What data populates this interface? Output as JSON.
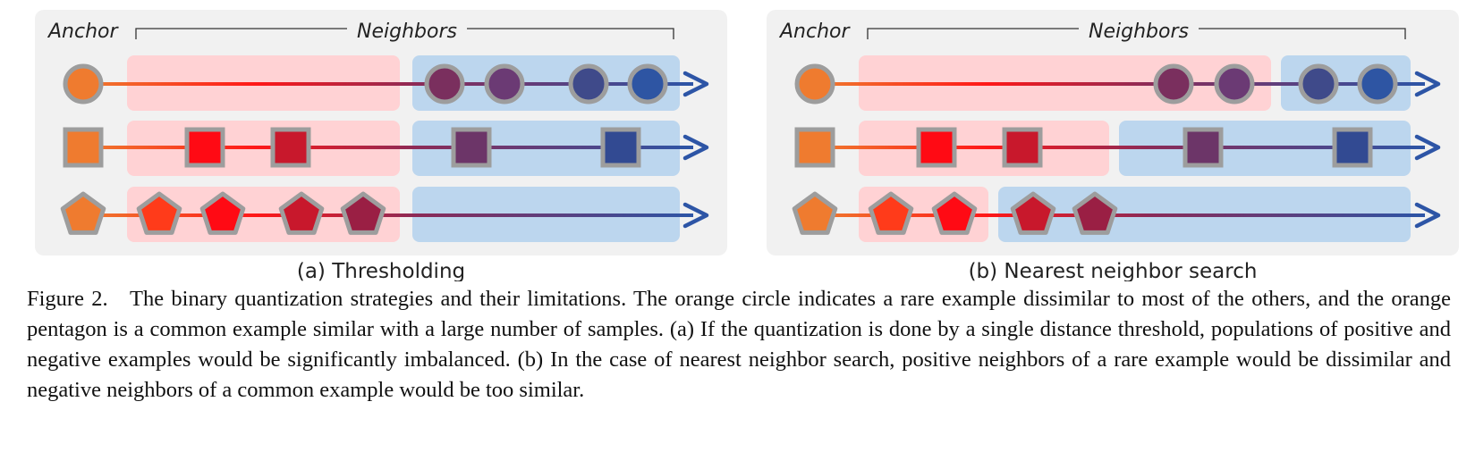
{
  "panels": [
    {
      "anchor_label": "Anchor",
      "neighbors_label": "Neighbors",
      "caption": "(a) Thresholding",
      "rows": [
        {
          "shape": "circle",
          "neighbors": [
            "#7a2f5e",
            "#6b3a74",
            "#3f4a8a",
            "#2e55a3"
          ]
        },
        {
          "shape": "square",
          "neighbors": [
            "#ff0a14",
            "#c8182c",
            "#6c3568",
            "#324a92"
          ]
        },
        {
          "shape": "pentagon",
          "neighbors": [
            "#ff3b1a",
            "#ff0a14",
            "#c8182c",
            "#9a1f44"
          ]
        }
      ]
    },
    {
      "anchor_label": "Anchor",
      "neighbors_label": "Neighbors",
      "caption": "(b) Nearest neighbor search",
      "rows": [
        {
          "shape": "circle",
          "neighbors": [
            "#7a2f5e",
            "#6b3a74",
            "#3f4a8a",
            "#2e55a3"
          ]
        },
        {
          "shape": "square",
          "neighbors": [
            "#ff0a14",
            "#c8182c",
            "#6c3568",
            "#324a92"
          ]
        },
        {
          "shape": "pentagon",
          "neighbors": [
            "#ff3b1a",
            "#ff0a14",
            "#c8182c",
            "#9a1f44"
          ]
        }
      ]
    }
  ],
  "colors": {
    "panel_bg": "#f1f1f1",
    "negative_region": "#ffd2d4",
    "positive_region": "#bcd6ee",
    "anchor": "#ef7b2f",
    "shape_border": "#9d9d9d",
    "arrow_head": "#2d55a6"
  },
  "caption": {
    "label": "Figure 2.",
    "text": "The binary quantization strategies and their limitations. The orange circle indicates a rare example dissimilar to most of the others, and the orange pentagon is a common example similar with a large number of samples. (a) If the quantization is done by a single distance threshold, populations of positive and negative examples would be significantly imbalanced. (b) In the case of nearest neighbor search, positive neighbors of a rare example would be dissimilar and negative neighbors of a common example would be too similar."
  }
}
